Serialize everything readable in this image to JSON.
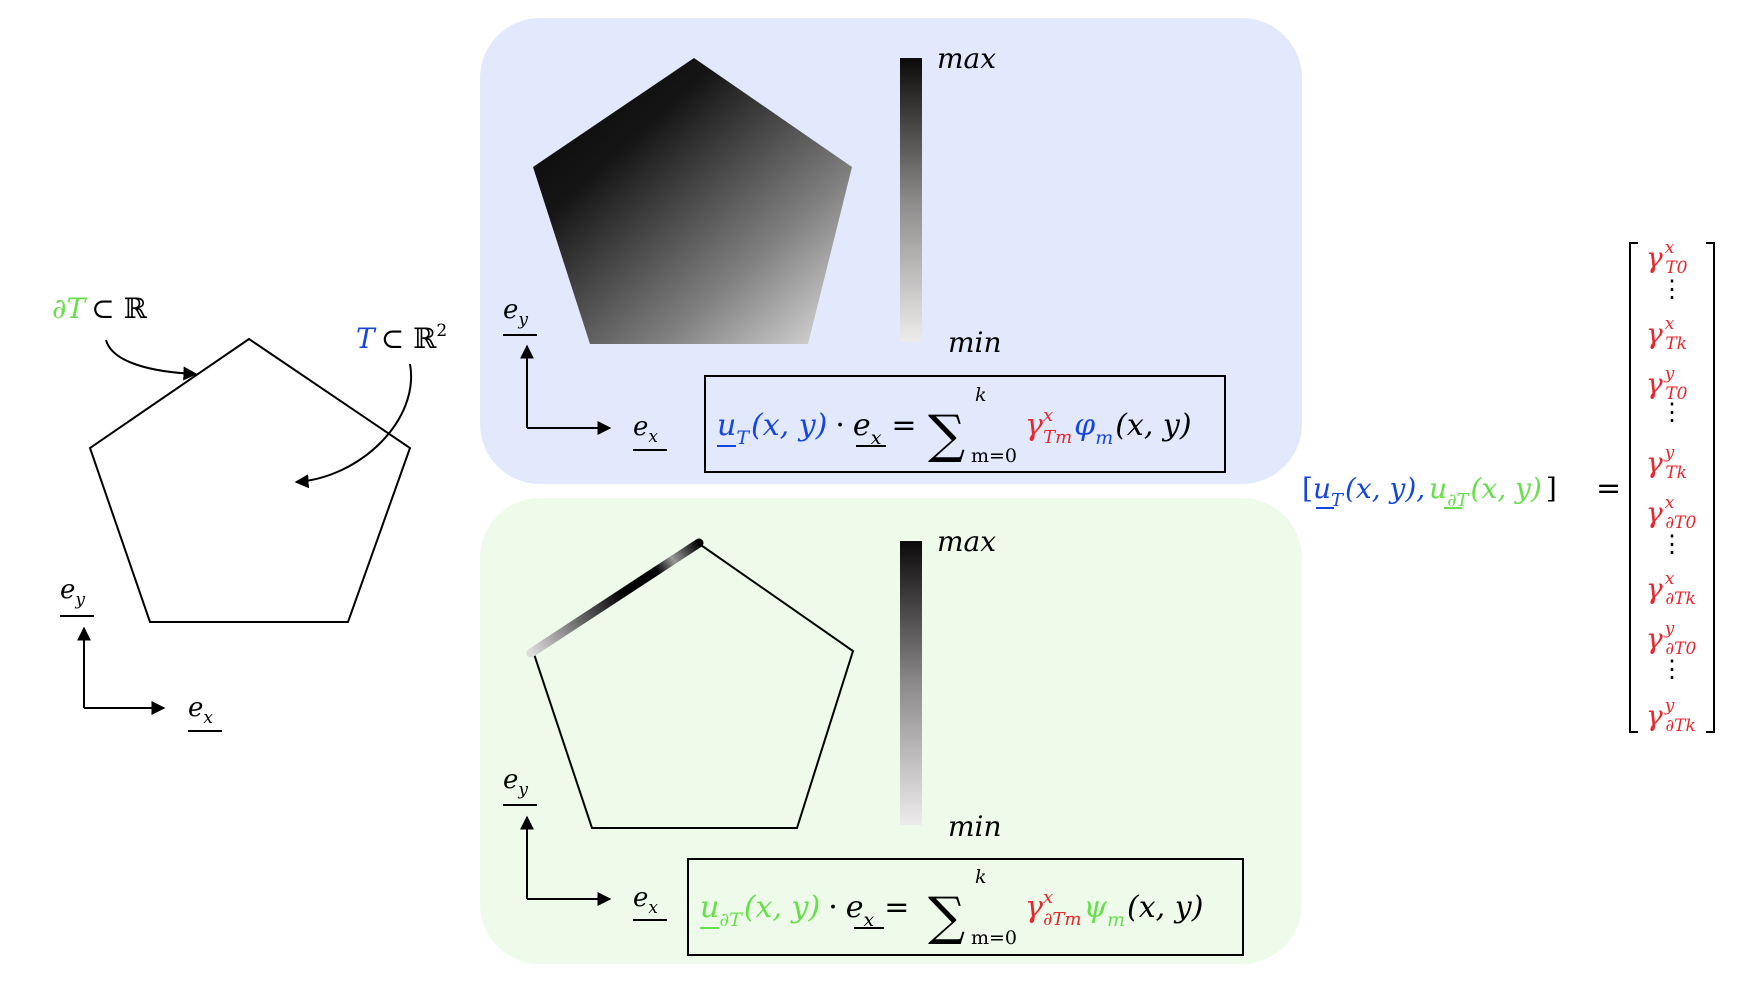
{
  "colors": {
    "blue": "#1646e0",
    "green": "#66e04a",
    "red": "#e8262c",
    "black": "#000000",
    "panel_top": "#e3e9fc",
    "panel_bottom": "#eefbea"
  },
  "left": {
    "boundary_symbol": "∂T",
    "boundary_rel": "⊂ ℝ",
    "interior_symbol": "T",
    "interior_rel": "⊂ ℝ",
    "interior_sup": "2",
    "axis_y": "e",
    "axis_y_sub": "y",
    "axis_x": "e",
    "axis_x_sub": "x"
  },
  "top_panel": {
    "max_label": "max",
    "min_label": "min",
    "axis_y": "e",
    "axis_y_sub": "y",
    "axis_x": "e",
    "axis_x_sub": "x",
    "eq": {
      "u": "u",
      "u_sub": "T",
      "args": "(x, y)",
      "dot": "·",
      "e": "e",
      "e_sub": "x",
      "equals": "=",
      "sum": "∑",
      "sum_top": "k",
      "sum_bottom": "m=0",
      "gamma": "γ",
      "gamma_sup": "x",
      "gamma_sub": "Tm",
      "basis": "φ",
      "basis_sub": "m",
      "basis_args": "(x, y)"
    }
  },
  "bottom_panel": {
    "max_label": "max",
    "min_label": "min",
    "axis_y": "e",
    "axis_y_sub": "y",
    "axis_x": "e",
    "axis_x_sub": "x",
    "eq": {
      "u": "u",
      "u_sub": "∂T",
      "args": "(x, y)",
      "dot": "·",
      "e": "e",
      "e_sub": "x",
      "equals": "=",
      "sum": "∑",
      "sum_top": "k",
      "sum_bottom": "m=0",
      "gamma": "γ",
      "gamma_sup": "x",
      "gamma_sub": "∂Tm",
      "basis": "ψ",
      "basis_sub": "m",
      "basis_args": "(x, y)"
    }
  },
  "vector_eq": {
    "bracket_open": "[",
    "u1": "u",
    "u1_sub": "T",
    "u1_args": "(x, y),",
    "u2": "u",
    "u2_sub": "∂T",
    "u2_args": "(x, y)",
    "bracket_close": "]",
    "equals": "=",
    "entries": [
      {
        "sup": "x",
        "sub": "T0"
      },
      {
        "sup": "x",
        "sub": "Tk"
      },
      {
        "sup": "y",
        "sub": "T0"
      },
      {
        "sup": "y",
        "sub": "Tk"
      },
      {
        "sup": "x",
        "sub": "∂T0"
      },
      {
        "sup": "x",
        "sub": "∂Tk"
      },
      {
        "sup": "y",
        "sub": "∂T0"
      },
      {
        "sup": "y",
        "sub": "∂Tk"
      }
    ],
    "gamma": "γ",
    "vdots": "⋮"
  }
}
